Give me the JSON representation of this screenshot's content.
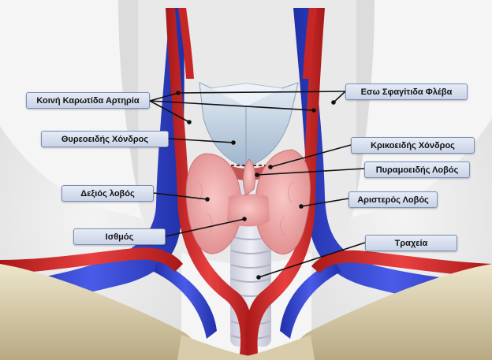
{
  "labels": {
    "common_carotid_artery": "Κοινή Καρωτίδα Αρτηρία",
    "internal_jugular_vein": "Εσω Σφαγίτιδα Φλέβα",
    "thyroid_cartilage": "Θυρεοειδής Χόνδρος",
    "cricoid_cartilage": "Κρικοειδής Χόνδρος",
    "pyramidal_lobe": "Πυραμοειδής Λοβός",
    "right_lobe": "Δεξιός λοβός",
    "left_lobe": "Αριστερός Λοβός",
    "isthmus": "Ισθμός",
    "trachea": "Τραχεία"
  },
  "colors": {
    "artery": "#d42a2a",
    "vein": "#2f3fcf",
    "thyroid": "#f0a5a5",
    "cartilage": "#b9cde0",
    "skin": "#e8e8e8",
    "bone": "#ddd2b0",
    "label_bg": "#d6deee",
    "label_border": "#7c8fb3"
  }
}
